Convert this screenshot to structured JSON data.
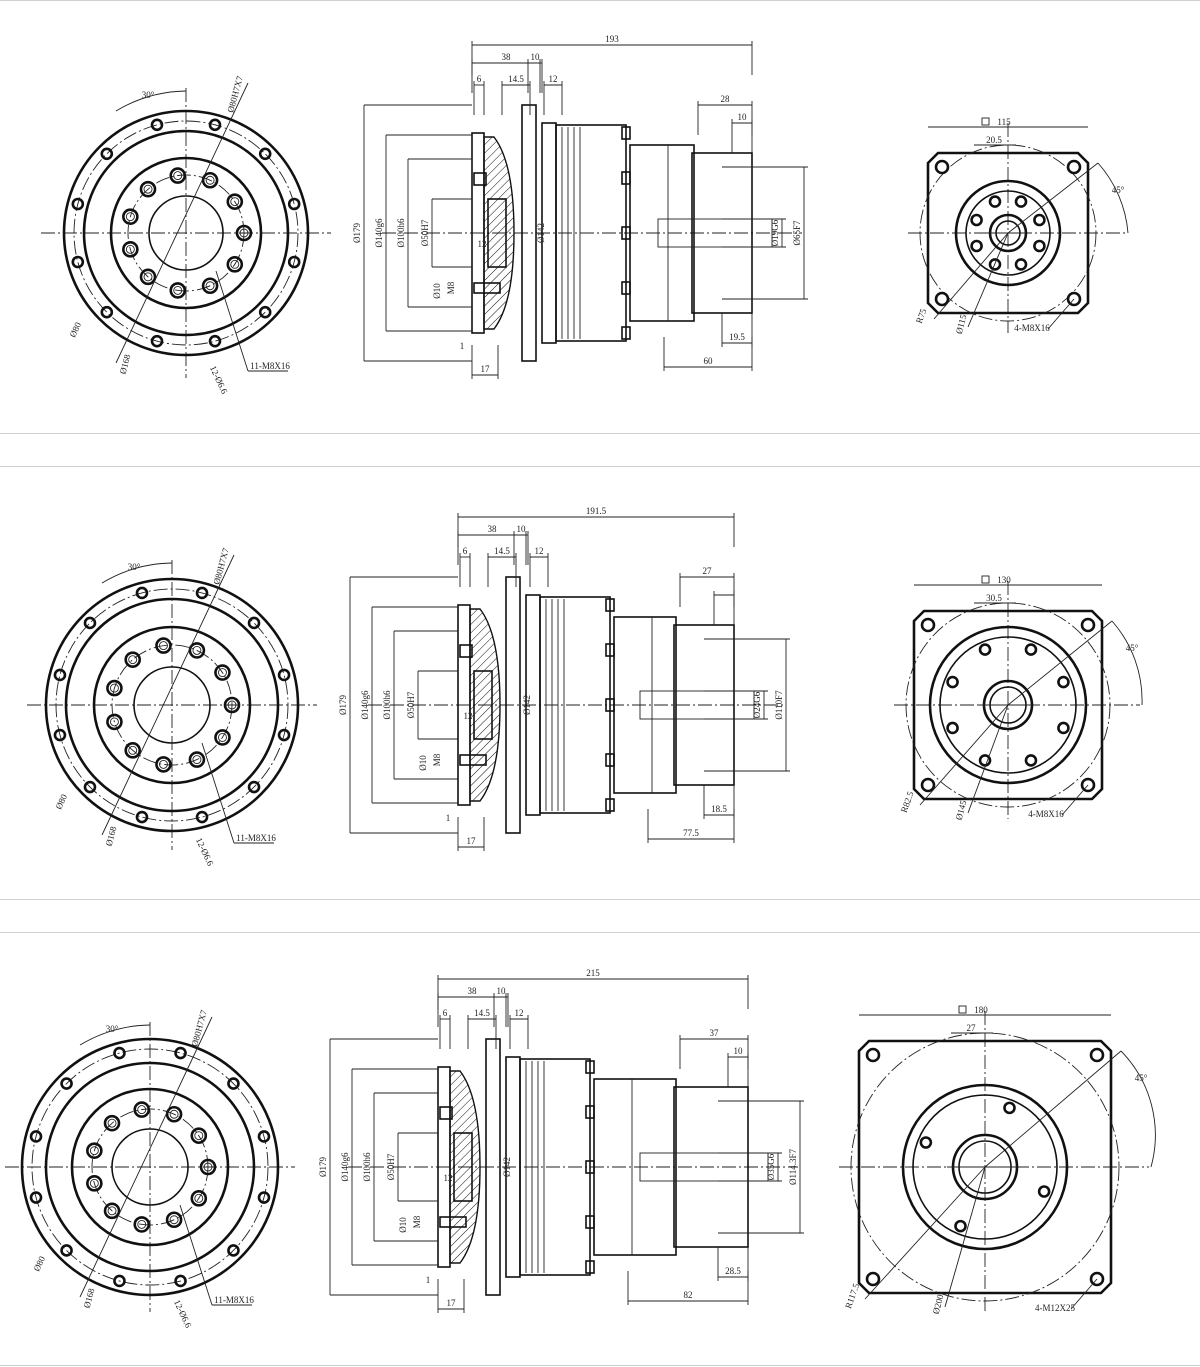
{
  "panels": [
    {
      "front": {
        "angle": "30°",
        "pitch_dia": "Ø80H7X7",
        "outer_pcd": "Ø80",
        "bolt_pcd": "Ø168",
        "holes": "12-Ø6.6",
        "thread": "11-M8X16"
      },
      "side": {
        "total": "193",
        "d38": "38",
        "d10a": "10",
        "d6": "6",
        "d14_5": "14.5",
        "d12a": "12",
        "d28": "28",
        "d10b": "10",
        "d179": "Ø179",
        "d140": "Ø140g6",
        "d100": "Ø100h6",
        "d50": "Ø50H7",
        "d10c": "Ø10",
        "m": "M8",
        "d12b": "12",
        "d19": "Ø19G6",
        "d65": "Ø65F7",
        "d19_5": "19.5",
        "d60": "60",
        "d17": "17",
        "d1": "1",
        "d142": "Ø142"
      },
      "rear": {
        "square": "115",
        "d20_5": "20.5",
        "angle": "45°",
        "r": "R75",
        "pcd": "Ø115",
        "thread": "4-M8X16"
      }
    },
    {
      "front": {
        "angle": "30°",
        "pitch_dia": "Ø80H7X7",
        "outer_pcd": "Ø80",
        "bolt_pcd": "Ø168",
        "holes": "12-Ø6.6",
        "thread": "11-M8X16"
      },
      "side": {
        "total": "191.5",
        "d38": "38",
        "d10a": "10",
        "d6": "6",
        "d14_5": "14.5",
        "d12a": "12",
        "d28": "27",
        "d10b": "",
        "d179": "Ø179",
        "d140": "Ø140g6",
        "d100": "Ø100h6",
        "d50": "Ø50H7",
        "d10c": "Ø10",
        "m": "M8",
        "d12b": "12",
        "d19": "Ø24G6",
        "d65": "Ø110F7",
        "d19_5": "18.5",
        "d60": "77.5",
        "d17": "17",
        "d1": "1",
        "d142": "Ø142"
      },
      "rear": {
        "square": "130",
        "d20_5": "30.5",
        "angle": "45°",
        "r": "R82.5",
        "pcd": "Ø145",
        "thread": "4-M8X16"
      }
    },
    {
      "front": {
        "angle": "30°",
        "pitch_dia": "Ø80H7X7",
        "outer_pcd": "Ø80",
        "bolt_pcd": "Ø168",
        "holes": "12-Ø6.6",
        "thread": "11-M8X16"
      },
      "side": {
        "total": "215",
        "d38": "38",
        "d10a": "10",
        "d6": "6",
        "d14_5": "14.5",
        "d12a": "12",
        "d28": "37",
        "d10b": "10",
        "d179": "Ø179",
        "d140": "Ø140g6",
        "d100": "Ø100h6",
        "d50": "Ø50H7",
        "d10c": "Ø10",
        "m": "M8",
        "d12b": "12",
        "d19": "Ø35G6",
        "d65": "Ø114.3F7",
        "d19_5": "28.5",
        "d60": "82",
        "d17": "17",
        "d1": "1",
        "d142": "Ø142"
      },
      "rear": {
        "square": "180",
        "d20_5": "27",
        "angle": "45°",
        "r": "R117.5",
        "pcd": "Ø200",
        "thread": "4-M12X25"
      }
    }
  ]
}
